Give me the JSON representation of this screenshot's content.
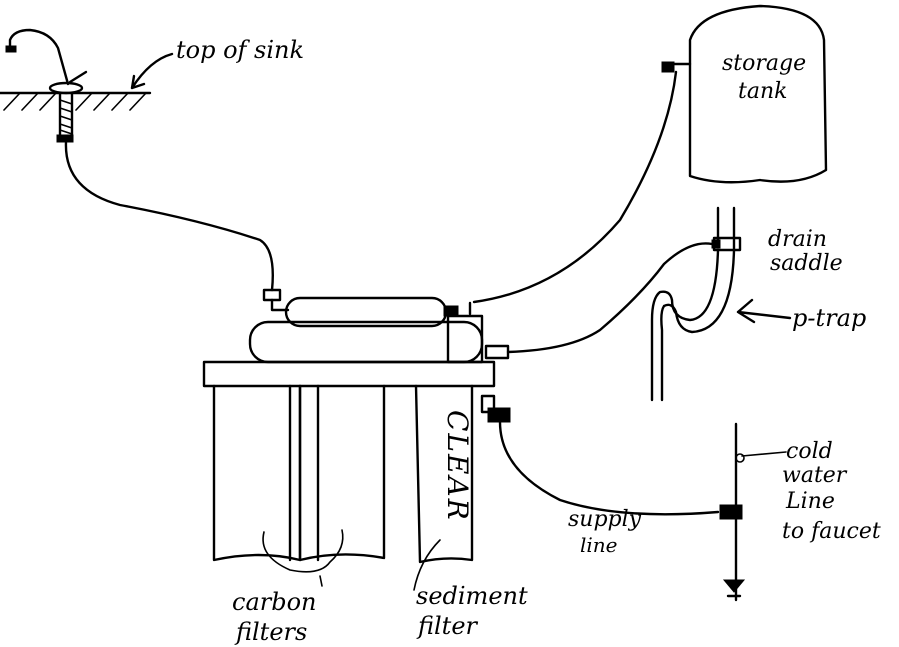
{
  "labels": {
    "top_of_sink": "top of sink",
    "storage_tank": [
      "storage",
      "tank"
    ],
    "drain_saddle": [
      "drain",
      "saddle"
    ],
    "p_trap": "p-trap",
    "cold_water_line": [
      "cold",
      "water",
      "Line",
      "to faucet"
    ],
    "supply_line": [
      "supply",
      "line"
    ],
    "carbon_filters": [
      "carbon",
      "filters"
    ],
    "sediment_filter": [
      "sediment",
      "filter"
    ],
    "clear": "CLEAR"
  },
  "colors": {
    "ink": "#000000",
    "paper": "#ffffff"
  }
}
